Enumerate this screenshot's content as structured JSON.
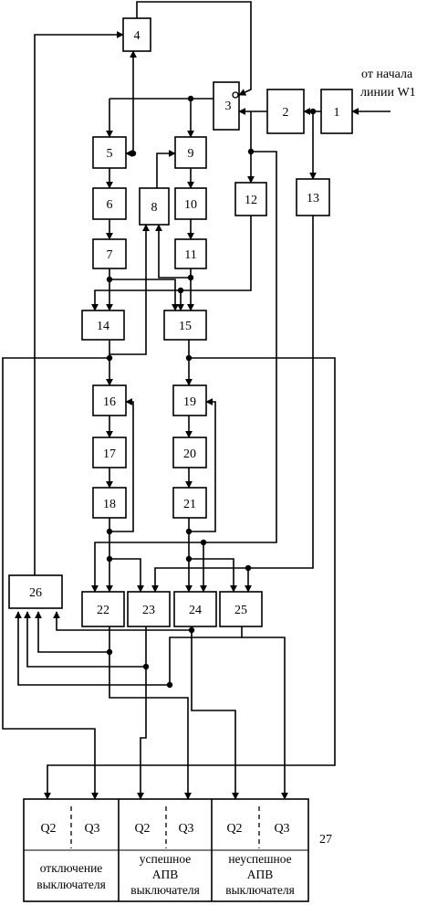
{
  "input_caption": [
    "от начала",
    "линии W1"
  ],
  "blocks": [
    "1",
    "2",
    "3",
    "4",
    "5",
    "6",
    "7",
    "8",
    "9",
    "10",
    "11",
    "12",
    "13",
    "14",
    "15",
    "16",
    "17",
    "18",
    "19",
    "20",
    "21",
    "22",
    "23",
    "24",
    "25",
    "26"
  ],
  "panel": {
    "number": "27",
    "contacts": [
      "Q2",
      "Q3",
      "Q2",
      "Q3",
      "Q2",
      "Q3"
    ],
    "sections": [
      [
        "отключение",
        "выключателя"
      ],
      [
        "успешное",
        "АПВ",
        "выключателя"
      ],
      [
        "неуспешное",
        "АПВ",
        "выключателя"
      ]
    ]
  }
}
